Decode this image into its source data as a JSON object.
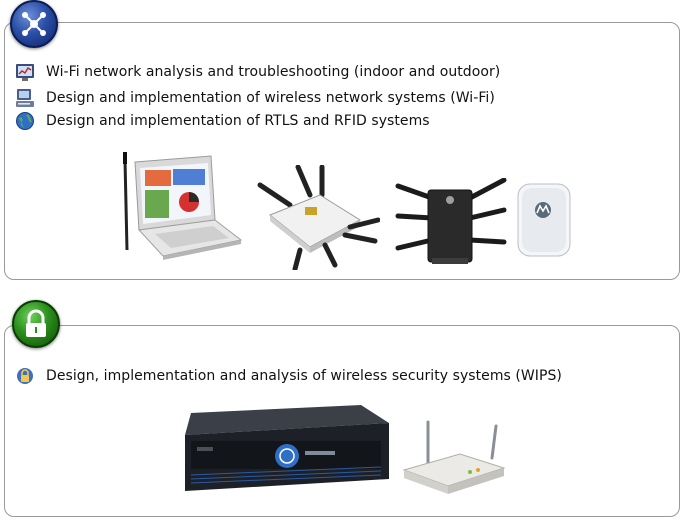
{
  "services": {
    "wifi": {
      "icon": "network-icon",
      "badge_icon": "network-nodes-icon",
      "accent_color": "#2b4ea6",
      "items": [
        {
          "text": "Wi-Fi network analysis and troubleshooting (indoor and outdoor)",
          "icon": "chart-monitor-icon"
        },
        {
          "text": "Design and implementation of wireless network systems (Wi-Fi)",
          "icon": "computer-icon"
        },
        {
          "text": "Design and implementation of RTLS and RFID systems",
          "icon": "globe-icon"
        }
      ],
      "devices": [
        "laptop-with-antenna",
        "wireless-router",
        "access-point-black",
        "access-point-white"
      ]
    },
    "security": {
      "badge_icon": "padlock-icon",
      "accent_color": "#2a8e1c",
      "items": [
        {
          "text": "Design, implementation and analysis of wireless security systems (WIPS)",
          "icon": "secure-network-icon"
        }
      ],
      "devices": [
        "rack-server-appliance",
        "wireless-sensor"
      ]
    }
  }
}
